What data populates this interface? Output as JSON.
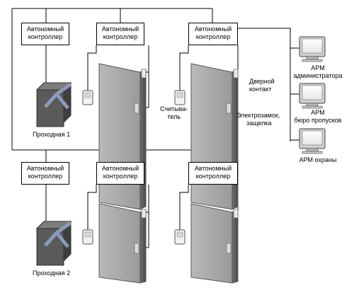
{
  "controller_label_line1": "Автономный",
  "controller_label_line2": "контроллер",
  "passages": [
    "Проходная 1",
    "Проходная 2"
  ],
  "labels": {
    "door_contact_line1": "Дверной",
    "door_contact_line2": "контакт",
    "reader_line1": "Считыва-",
    "reader_line2": "тель",
    "lock_line1": "Электрозамок,",
    "lock_line2": "защелка"
  },
  "workstations": [
    {
      "line1": "АРМ",
      "line2": "администратора"
    },
    {
      "line1": "АРМ",
      "line2": "бюро пропусков"
    },
    {
      "line1": "АРМ охраны",
      "line2": ""
    }
  ]
}
